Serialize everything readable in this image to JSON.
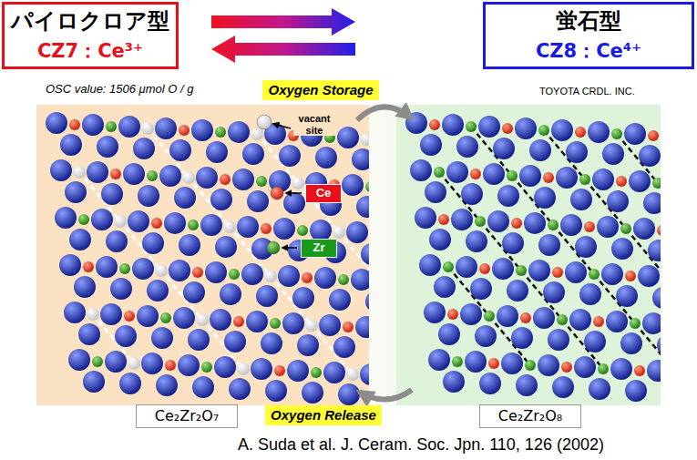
{
  "diagram": {
    "nodes": [
      {
        "text": [
          "パイロクロア型",
          "CZ7：Ce³⁺"
        ]
      },
      {
        "text": [
          "蛍石型",
          "CZ8：Ce⁴⁺"
        ]
      },
      {
        "text": [
          "Oxygen Storage"
        ]
      },
      {
        "text": [
          "Ce"
        ]
      },
      {
        "text": [
          "Zr"
        ]
      },
      {
        "text": [
          "Ce₂Zr₂O₇"
        ]
      },
      {
        "text": [
          "Oxygen Release"
        ]
      },
      {
        "text": [
          "Ce₂Zr₂O₈"
        ]
      }
    ],
    "edges": [
      {
        "from": 0,
        "to": 1,
        "arrow": "to"
      },
      {
        "from": 1,
        "to": 0,
        "arrow": "to"
      }
    ],
    "labels": [
      "OSC value: 1506 μmol O / g",
      "TOYOTA CRDL. INC.",
      "vacant site",
      "A. Suda et al. J. Ceram. Soc. Jpn. 110, 126 (2002)"
    ]
  }
}
